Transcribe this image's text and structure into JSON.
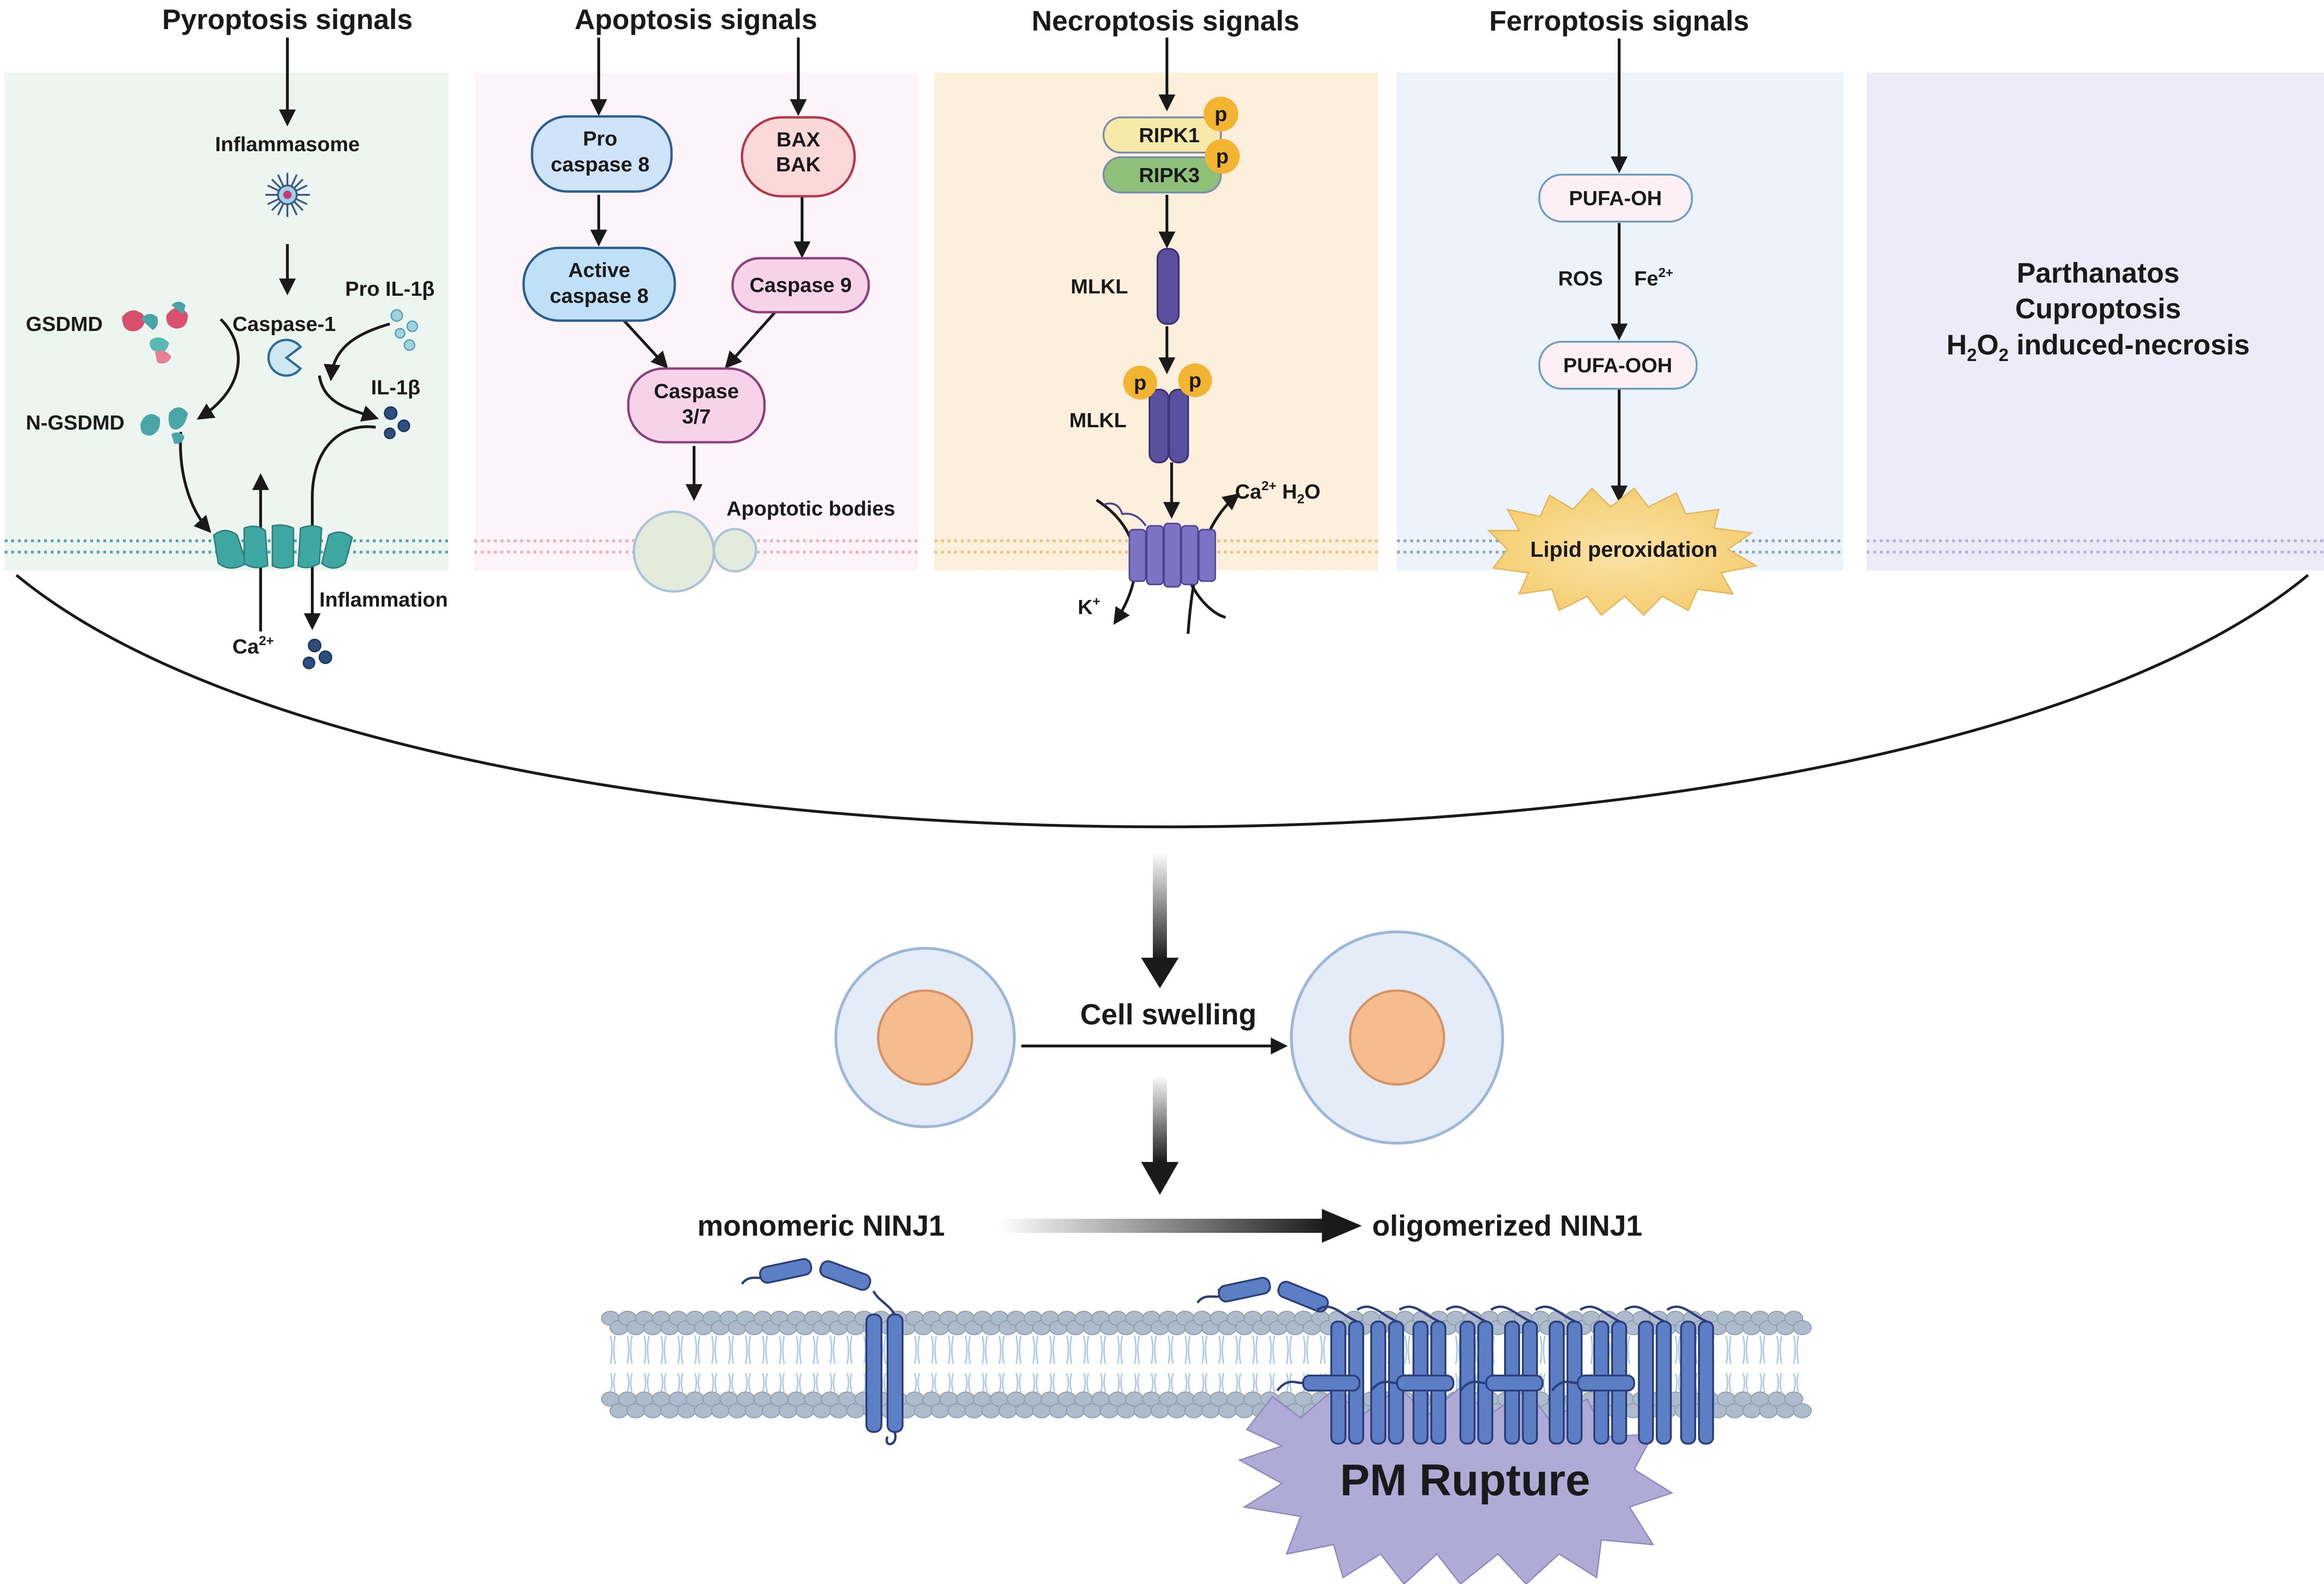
{
  "panels": {
    "pyroptosis": {
      "title": "Pyroptosis signals",
      "inflammasome": "Inflammasome",
      "gsdmd": "GSDMD",
      "caspase1": "Caspase-1",
      "pro_il1b": "Pro IL-1β",
      "il1b": "IL-1β",
      "n_gsdmd": "N-GSDMD",
      "inflammation": "Inflammation",
      "ca_base": "Ca",
      "ca_sup": "2+"
    },
    "apoptosis": {
      "title": "Apoptosis signals",
      "pro_casp8_l1": "Pro",
      "pro_casp8_l2": "caspase 8",
      "bax": "BAX",
      "bak": "BAK",
      "active_casp8_l1": "Active",
      "active_casp8_l2": "caspase 8",
      "casp9": "Caspase 9",
      "casp37_l1": "Caspase",
      "casp37_l2": "3/7",
      "apoptotic_bodies": "Apoptotic bodies"
    },
    "necroptosis": {
      "title": "Necroptosis signals",
      "ripk1": "RIPK1",
      "ripk3": "RIPK3",
      "p": "p",
      "mlkl": "MLKL",
      "ca_base": "Ca",
      "ca_sup": "2+",
      "h2o_h": "H",
      "h2o_sub": "2",
      "h2o_o": "O",
      "k_base": "K",
      "k_sup": "+"
    },
    "ferroptosis": {
      "title": "Ferroptosis signals",
      "pufa_oh": "PUFA-OH",
      "ros": "ROS",
      "fe_base": "Fe",
      "fe_sup": "2+",
      "pufa_ooh": "PUFA-OOH",
      "lipid_peroxidation": "Lipid peroxidation"
    },
    "other": {
      "line1": "Parthanatos",
      "line2": "Cuproptosis",
      "line3_h": "H",
      "line3_sub1": "2",
      "line3_o": "O",
      "line3_sub2": "2",
      "line3_rest": " induced-necrosis"
    }
  },
  "bottom": {
    "cell_swelling": "Cell swelling",
    "monomeric": "monomeric NINJ1",
    "oligomerized": "oligomerized NINJ1",
    "pm_rupture": "PM Rupture"
  },
  "colors": {
    "pyro_bg": "#edf5f1",
    "apo_bg": "#fdf4fa",
    "necro_bg": "#fcefdc",
    "ferro_bg": "#ecf3fb",
    "other_bg": "#edebf7",
    "ninj1": "#5b7ec4",
    "pm_rupture": "#b0abd6",
    "nucleus": "#f5bd8f"
  }
}
